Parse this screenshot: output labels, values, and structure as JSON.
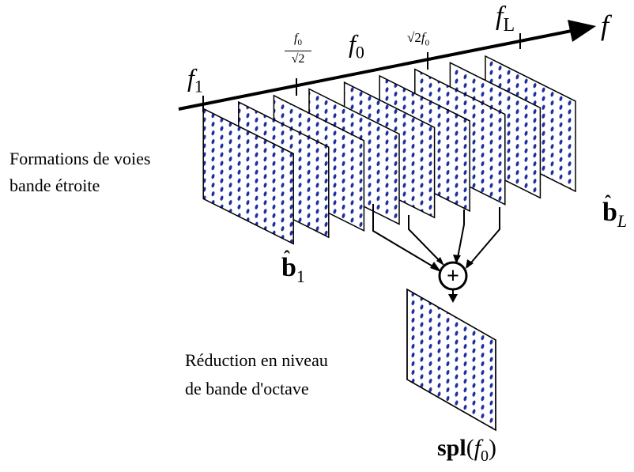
{
  "axis": {
    "label": "f"
  },
  "ticks": {
    "f1": {
      "base": "f",
      "sub": "1"
    },
    "f0_over_sqrt2": {
      "num": "f",
      "num_sub": "0",
      "den": "√2"
    },
    "f0": {
      "base": "f",
      "sub": "0"
    },
    "sqrt2_f0": {
      "coef": "√2",
      "base": "f",
      "sub": "0"
    },
    "fL": {
      "base": "f",
      "sub": "L"
    }
  },
  "labels": {
    "narrowband_line1": "Formations de voies",
    "narrowband_line2": "bande étroite",
    "octave_line1": "Réduction en niveau",
    "octave_line2": "de bande d'octave"
  },
  "maps": {
    "b1": {
      "base": "b",
      "sub": "1"
    },
    "bL": {
      "base": "b",
      "sub": "L"
    },
    "spl": {
      "name": "spl",
      "open": "(",
      "base": "f",
      "sub": "0",
      "close": ")"
    }
  },
  "sum_symbol": "+",
  "colors": {
    "dot": "#1f2fa0",
    "ink": "#000000",
    "panel": "#ffffff"
  },
  "panel_count": 9
}
